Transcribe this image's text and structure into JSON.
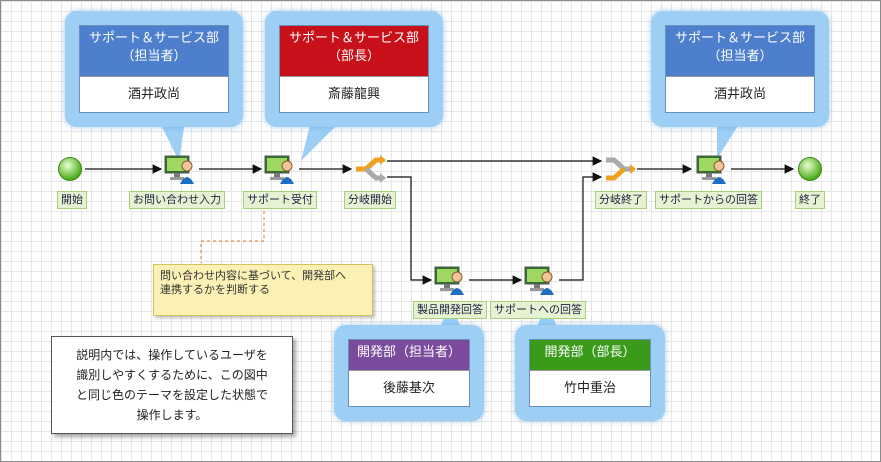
{
  "roles": [
    {
      "title_line1": "サポート＆サービス部",
      "title_line2": "（担当者）",
      "person": "酒井政尚",
      "color": "#4d7fcc"
    },
    {
      "title_line1": "サポート＆サービス部",
      "title_line2": "（部長）",
      "person": "斎藤龍興",
      "color": "#c8101a"
    },
    {
      "title_line1": "サポート＆サービス部",
      "title_line2": "（担当者）",
      "person": "酒井政尚",
      "color": "#4d7fcc"
    },
    {
      "title": "開発部（担当者）",
      "person": "後藤基次",
      "color": "#7a4b9c"
    },
    {
      "title": "開発部（部長）",
      "person": "竹中重治",
      "color": "#3a9a1a"
    }
  ],
  "steps": {
    "start": "開始",
    "inquiry_input": "お問い合わせ入力",
    "support_receive": "サポート受付",
    "branch_start": "分岐開始",
    "product_dev_answer": "製品開発回答",
    "answer_to_support": "サポートへの回答",
    "branch_end": "分岐終了",
    "answer_from_support": "サポートからの回答",
    "end": "終了"
  },
  "note": {
    "line1": "問い合わせ内容に基づいて、開発部へ",
    "line2": "連携するかを判断する"
  },
  "description": {
    "line1": "説明内では、操作しているユーザを",
    "line2": "識別しやすくするために、この図中",
    "line3": "と同じ色のテーマを設定した状態で",
    "line4": "操作します。"
  }
}
